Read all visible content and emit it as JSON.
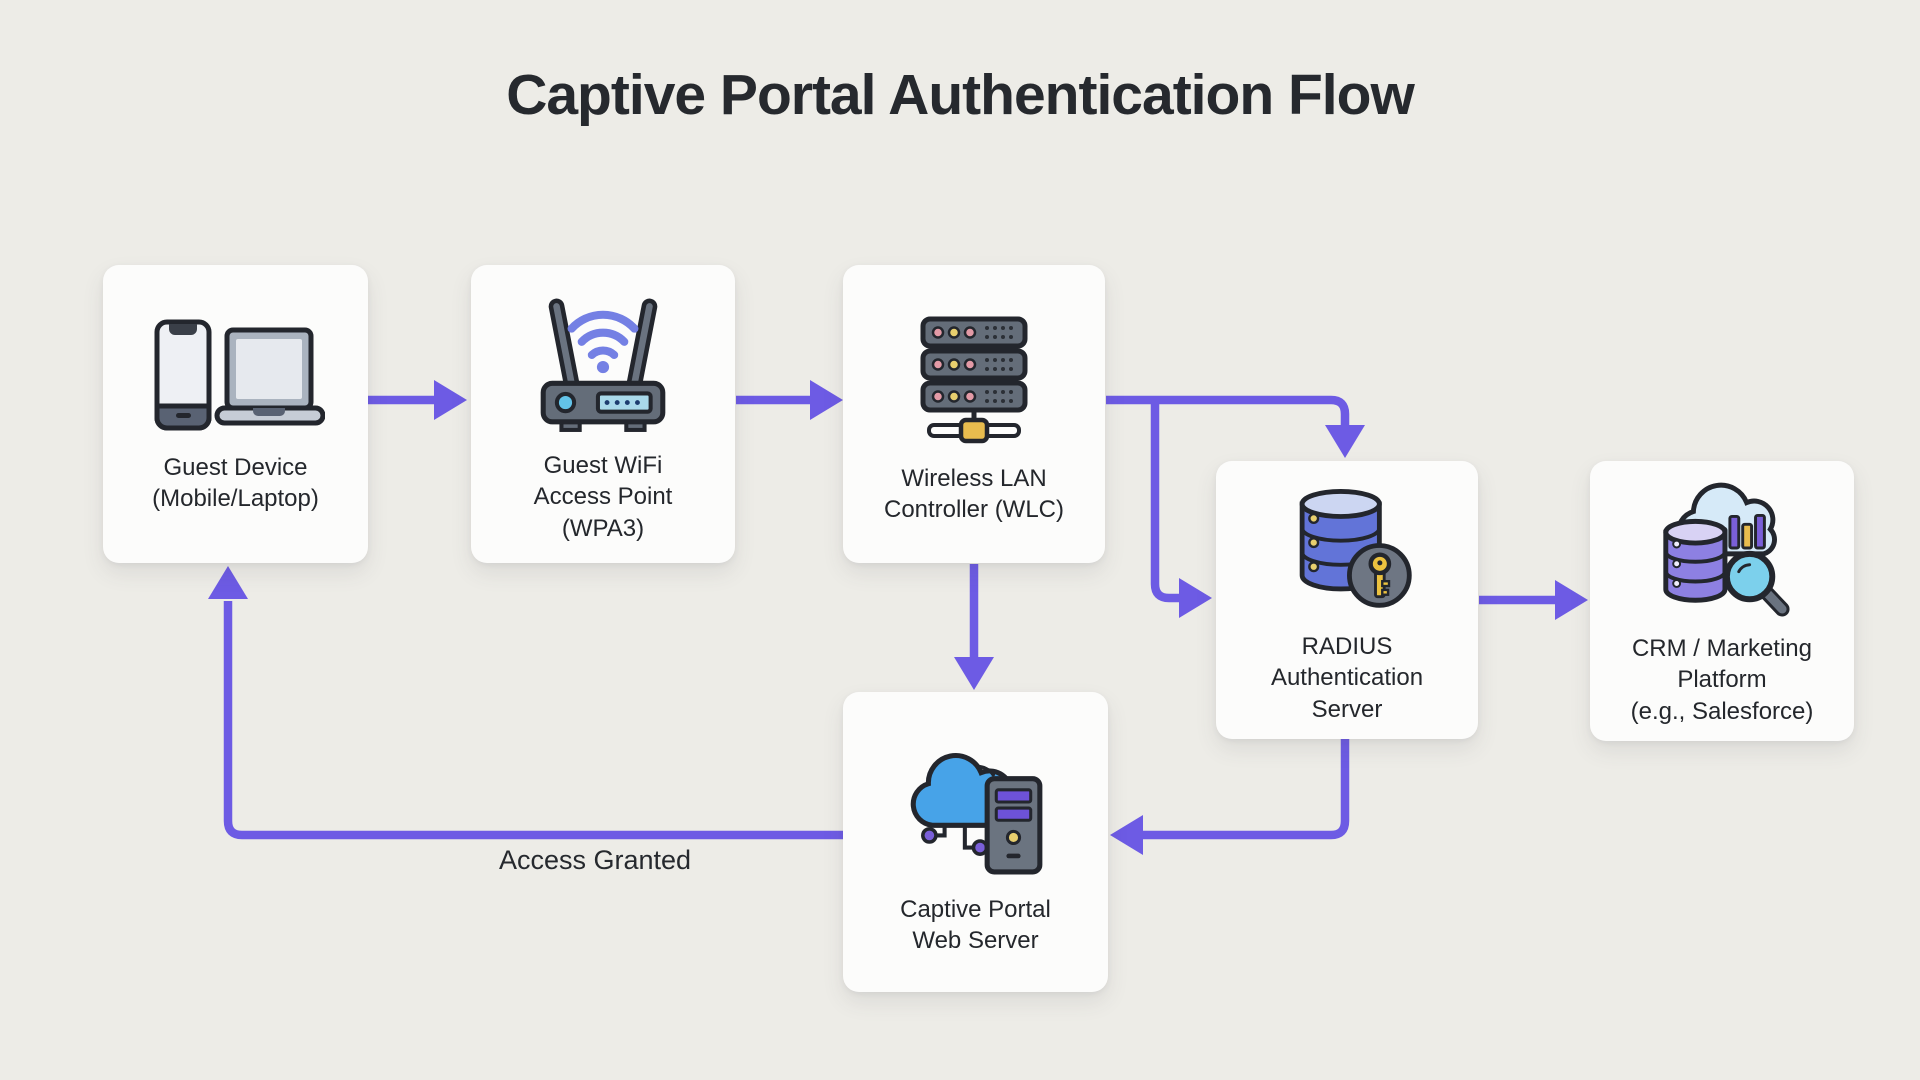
{
  "title": "Captive Portal Authentication Flow",
  "edge_label": "Access Granted",
  "colors": {
    "background": "#edece7",
    "card": "#fcfcfb",
    "arrow": "#6d5be4",
    "text": "#24272c",
    "icon_outline": "#23262d",
    "icon_gray": "#646d79",
    "icon_blue": "#47a3e8",
    "icon_periwinkle": "#7480e4",
    "icon_yellow": "#e8bc4e",
    "icon_purple": "#7a5fd8"
  },
  "nodes": [
    {
      "id": "guest-device",
      "icon": "guest-device-icon",
      "lines": [
        "Guest Device",
        "(Mobile/Laptop)"
      ]
    },
    {
      "id": "wifi-ap",
      "icon": "wifi-router-icon",
      "lines": [
        "Guest WiFi",
        "Access Point",
        "(WPA3)"
      ]
    },
    {
      "id": "wlc",
      "icon": "server-rack-icon",
      "lines": [
        "Wireless LAN",
        "Controller (WLC)"
      ]
    },
    {
      "id": "radius",
      "icon": "database-key-icon",
      "lines": [
        "RADIUS",
        "Authentication",
        "Server"
      ]
    },
    {
      "id": "crm",
      "icon": "crm-analytics-icon",
      "lines": [
        "CRM / Marketing",
        "Platform",
        "(e.g., Salesforce)"
      ]
    },
    {
      "id": "portal",
      "icon": "cloud-server-icon",
      "lines": [
        "Captive Portal",
        "Web Server"
      ]
    }
  ],
  "edges": [
    {
      "from": "guest-device",
      "to": "wifi-ap"
    },
    {
      "from": "wifi-ap",
      "to": "wlc"
    },
    {
      "from": "wlc",
      "to": "portal"
    },
    {
      "from": "wlc",
      "to": "radius",
      "via": "top"
    },
    {
      "from": "wlc",
      "to": "radius",
      "via": "left"
    },
    {
      "from": "radius",
      "to": "crm"
    },
    {
      "from": "radius",
      "to": "portal"
    },
    {
      "from": "portal",
      "to": "guest-device",
      "label": "Access Granted"
    }
  ]
}
